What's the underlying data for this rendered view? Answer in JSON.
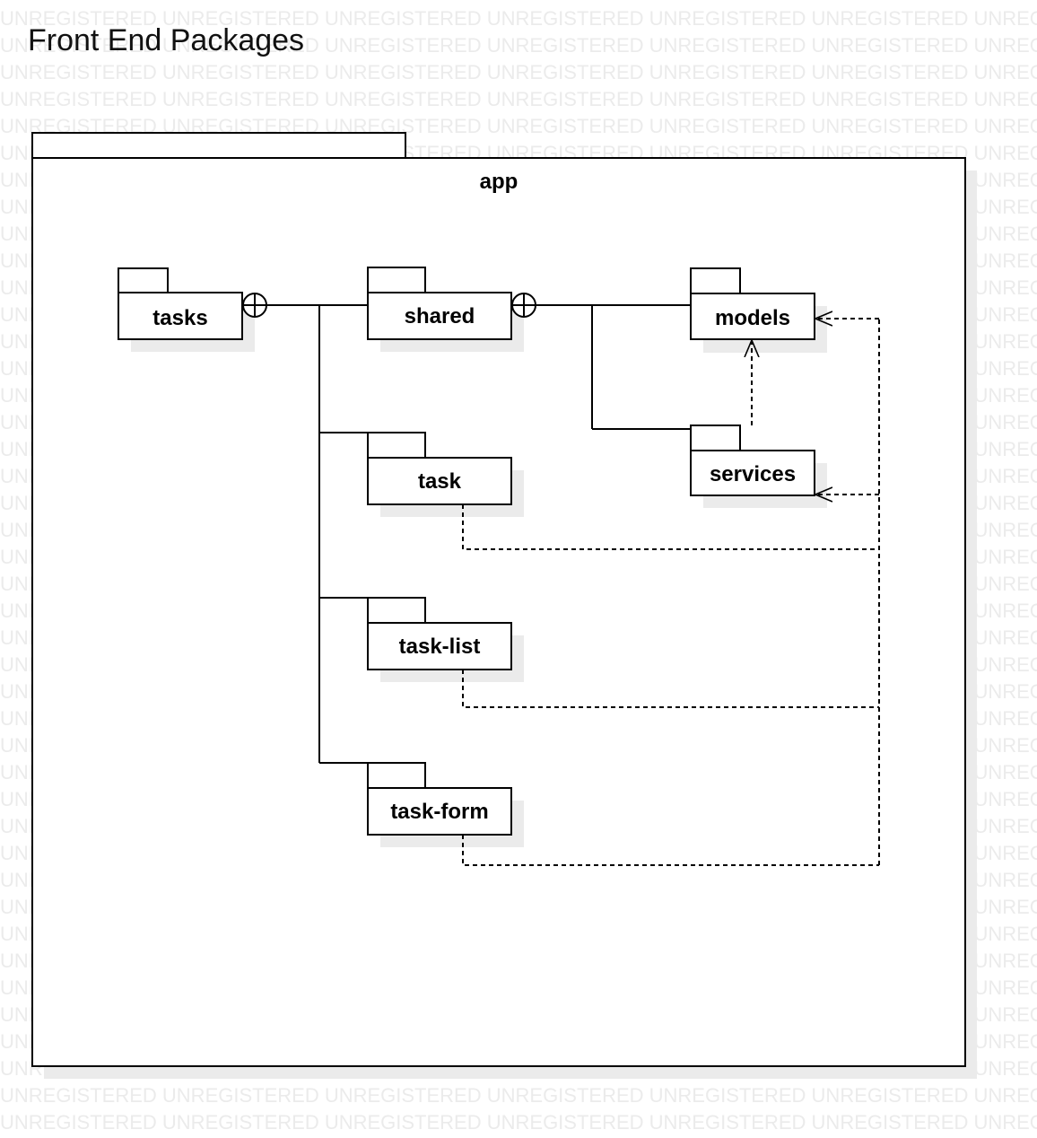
{
  "title": "Front End Packages",
  "watermark_text": "UNREGISTERED",
  "container": {
    "name": "app"
  },
  "packages": {
    "tasks": "tasks",
    "shared": "shared",
    "models": "models",
    "services": "services",
    "task": "task",
    "task_list": "task-list",
    "task_form": "task-form"
  },
  "colors": {
    "stroke": "#000000",
    "shadow": "#ebebeb",
    "watermark": "#ebebeb",
    "background": "#ffffff"
  }
}
